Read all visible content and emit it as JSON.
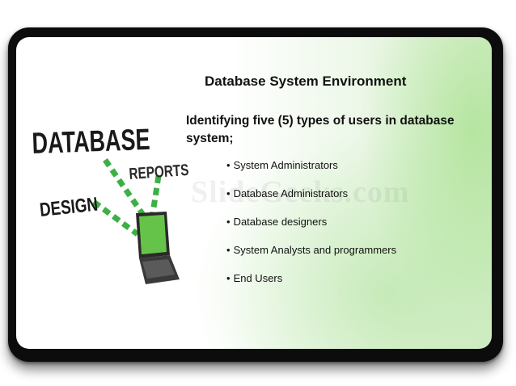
{
  "slide": {
    "title": "Database System Environment",
    "subtitle": "Identifying five (5) types of users in database system;",
    "bullet_char": "•",
    "items": [
      "System Administrators",
      "Database Administrators",
      "Database designers",
      "System Analysts and programmers",
      "End Users"
    ]
  },
  "illustration": {
    "word_database": "DATABASE",
    "word_reports": "REPORTS",
    "word_design": "DESIGN"
  },
  "watermark": "SlideGeeks.com",
  "colors": {
    "accent_green": "#3cb043",
    "frame": "#0c0c0c",
    "text": "#111111"
  }
}
